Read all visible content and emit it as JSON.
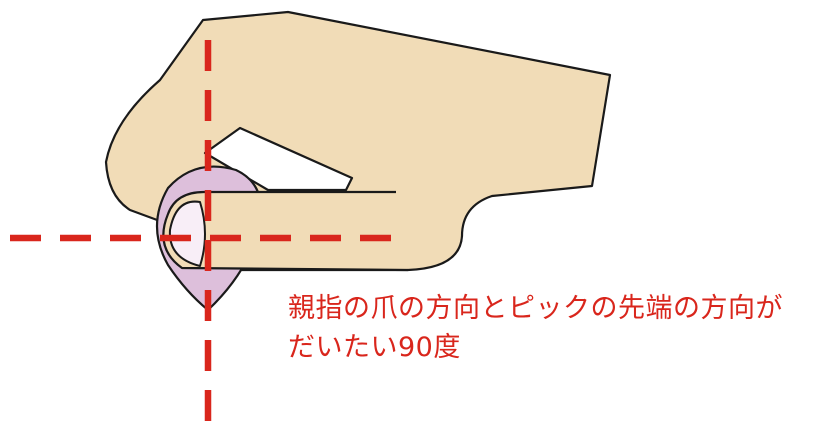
{
  "caption": {
    "line1": "親指の爪の方向とピックの先端の方向が",
    "line2": "だいたい90度"
  },
  "colors": {
    "skin": "#f1dcb7",
    "pick": "#ddbfdb",
    "nail": "#f8eef7",
    "outline": "#1a1a1a",
    "guide_line": "#d9261c",
    "caption_text": "#d9261c"
  },
  "guide_lines": {
    "style": "dashed",
    "count": 2,
    "orientation": [
      "horizontal",
      "vertical"
    ]
  }
}
